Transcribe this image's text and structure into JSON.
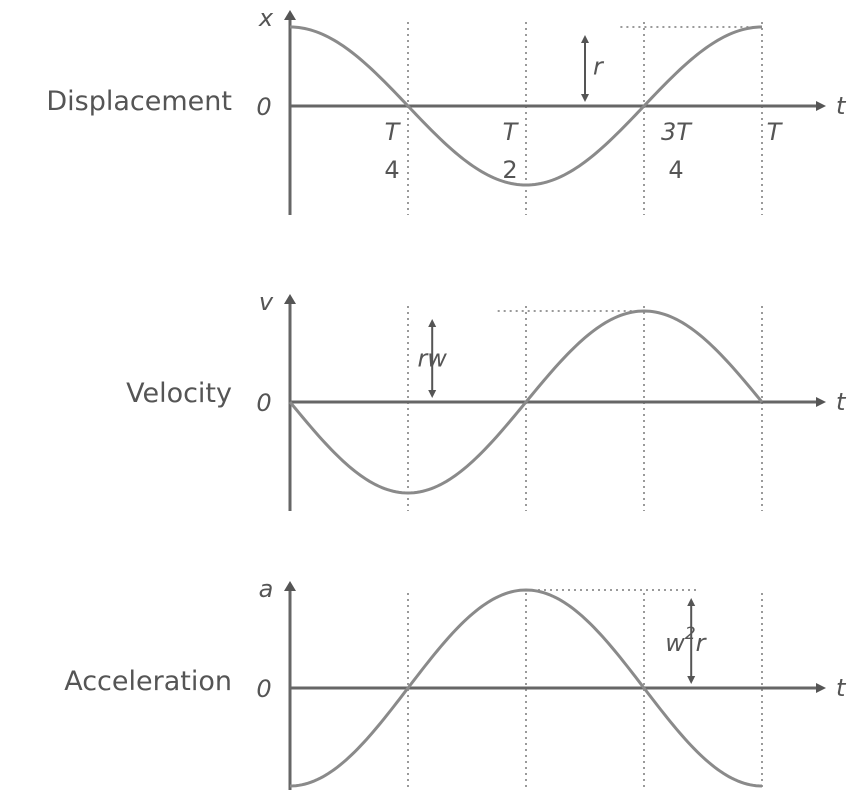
{
  "chart_data": [
    {
      "type": "line",
      "label": "Displacement",
      "y_symbol": "x",
      "x_symbol": "t",
      "origin_label": "0",
      "function": "cos",
      "x_domain": [
        0,
        1
      ],
      "y_domain": [
        -1,
        1
      ],
      "amplitude": 1,
      "amplitude_label": "r",
      "amplitude_marker_at": 0.625,
      "peak_guide_at": 1.0,
      "vertical_guides": [
        0.25,
        0.5,
        0.75,
        1.0
      ],
      "tick_labels": [
        {
          "at": 0.25,
          "num": "T",
          "den": "4"
        },
        {
          "at": 0.5,
          "num": "T",
          "den": "2"
        },
        {
          "at": 0.75,
          "num": "3T",
          "den": "4"
        },
        {
          "at": 1.0,
          "num": "T",
          "den": ""
        }
      ]
    },
    {
      "type": "line",
      "label": "Velocity",
      "y_symbol": "v",
      "x_symbol": "t",
      "origin_label": "0",
      "function": "-sin",
      "x_domain": [
        0,
        1
      ],
      "y_domain": [
        -1,
        1
      ],
      "amplitude": 1,
      "amplitude_label": "rw",
      "amplitude_marker_at": 0.35,
      "peak_guide_at": 0.75,
      "vertical_guides": [
        0.25,
        0.5,
        0.75,
        1.0
      ],
      "tick_labels": []
    },
    {
      "type": "line",
      "label": "Acceleration",
      "y_symbol": "a",
      "x_symbol": "t",
      "origin_label": "0",
      "function": "-cos",
      "x_domain": [
        0,
        1
      ],
      "y_domain": [
        -1,
        1
      ],
      "amplitude": 1,
      "amplitude_label": "w",
      "amplitude_label_sup": "2",
      "amplitude_label_tail": "r",
      "amplitude_marker_at": 0.85,
      "peak_guide_at": 0.5,
      "vertical_guides": [
        0.25,
        0.5,
        0.75,
        1.0
      ],
      "tick_labels": []
    }
  ]
}
